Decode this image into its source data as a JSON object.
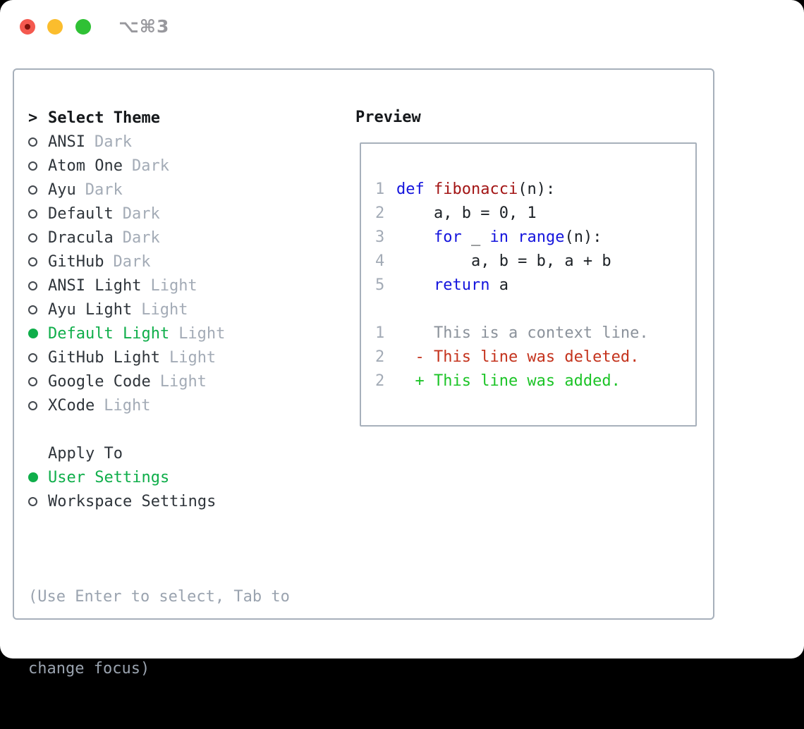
{
  "window": {
    "title": "⌥⌘3",
    "traffic_lights": {
      "close": "close",
      "minimize": "minimize",
      "zoom": "zoom"
    }
  },
  "theme_selector": {
    "header_marker": ">",
    "header": "Select Theme",
    "items": [
      {
        "name": "ANSI",
        "variant": "Dark",
        "selected": false
      },
      {
        "name": "Atom One",
        "variant": "Dark",
        "selected": false
      },
      {
        "name": "Ayu",
        "variant": "Dark",
        "selected": false
      },
      {
        "name": "Default",
        "variant": "Dark",
        "selected": false
      },
      {
        "name": "Dracula",
        "variant": "Dark",
        "selected": false
      },
      {
        "name": "GitHub",
        "variant": "Dark",
        "selected": false
      },
      {
        "name": "ANSI Light",
        "variant": "Light",
        "selected": false
      },
      {
        "name": "Ayu Light",
        "variant": "Light",
        "selected": false
      },
      {
        "name": "Default Light",
        "variant": "Light",
        "selected": true
      },
      {
        "name": "GitHub Light",
        "variant": "Light",
        "selected": false
      },
      {
        "name": "Google Code",
        "variant": "Light",
        "selected": false
      },
      {
        "name": "XCode",
        "variant": "Light",
        "selected": false
      }
    ]
  },
  "apply_to": {
    "header": "Apply To",
    "options": [
      {
        "label": "User Settings",
        "selected": true
      },
      {
        "label": "Workspace Settings",
        "selected": false
      }
    ]
  },
  "hint": {
    "line1": "(Use Enter to select, Tab to",
    "line2": "change focus)"
  },
  "preview": {
    "header": "Preview",
    "code_lines": [
      {
        "num": "1",
        "segments": [
          {
            "text": "def",
            "style": "kw"
          },
          {
            "text": " ",
            "style": "plain"
          },
          {
            "text": "fibonacci",
            "style": "fn"
          },
          {
            "text": "(n):",
            "style": "plain"
          }
        ]
      },
      {
        "num": "2",
        "segments": [
          {
            "text": "    a, b = 0, 1",
            "style": "plain"
          }
        ]
      },
      {
        "num": "3",
        "segments": [
          {
            "text": "    ",
            "style": "plain"
          },
          {
            "text": "for",
            "style": "kw"
          },
          {
            "text": " _ ",
            "style": "plain"
          },
          {
            "text": "in",
            "style": "kw"
          },
          {
            "text": " ",
            "style": "plain"
          },
          {
            "text": "range",
            "style": "kw"
          },
          {
            "text": "(n):",
            "style": "plain"
          }
        ]
      },
      {
        "num": "4",
        "segments": [
          {
            "text": "        a, b = b, a + b",
            "style": "plain"
          }
        ]
      },
      {
        "num": "5",
        "segments": [
          {
            "text": "    ",
            "style": "plain"
          },
          {
            "text": "return",
            "style": "kw"
          },
          {
            "text": " a",
            "style": "plain"
          }
        ]
      },
      {
        "num": "",
        "segments": []
      },
      {
        "num": "1",
        "segments": [
          {
            "text": "    This is a context line.",
            "style": "context"
          }
        ]
      },
      {
        "num": "2",
        "segments": [
          {
            "text": "  - This line was deleted.",
            "style": "deleted"
          }
        ]
      },
      {
        "num": "2",
        "segments": [
          {
            "text": "  + This line was added.",
            "style": "added"
          }
        ]
      }
    ]
  },
  "colors": {
    "selected_green": "#0fae4a",
    "keyword_blue": "#1414dd",
    "function_red": "#a31515",
    "deleted_red": "#c4331d",
    "added_green": "#1cc427",
    "muted_gray": "#a3abb6",
    "context_gray": "#8b929b",
    "text_dark": "#2f353b",
    "border_gray": "#a7b0bb",
    "traffic_red": "#f4594f",
    "traffic_yellow": "#fbbd2d",
    "traffic_green": "#2fc135",
    "title_gray": "#98989d"
  }
}
